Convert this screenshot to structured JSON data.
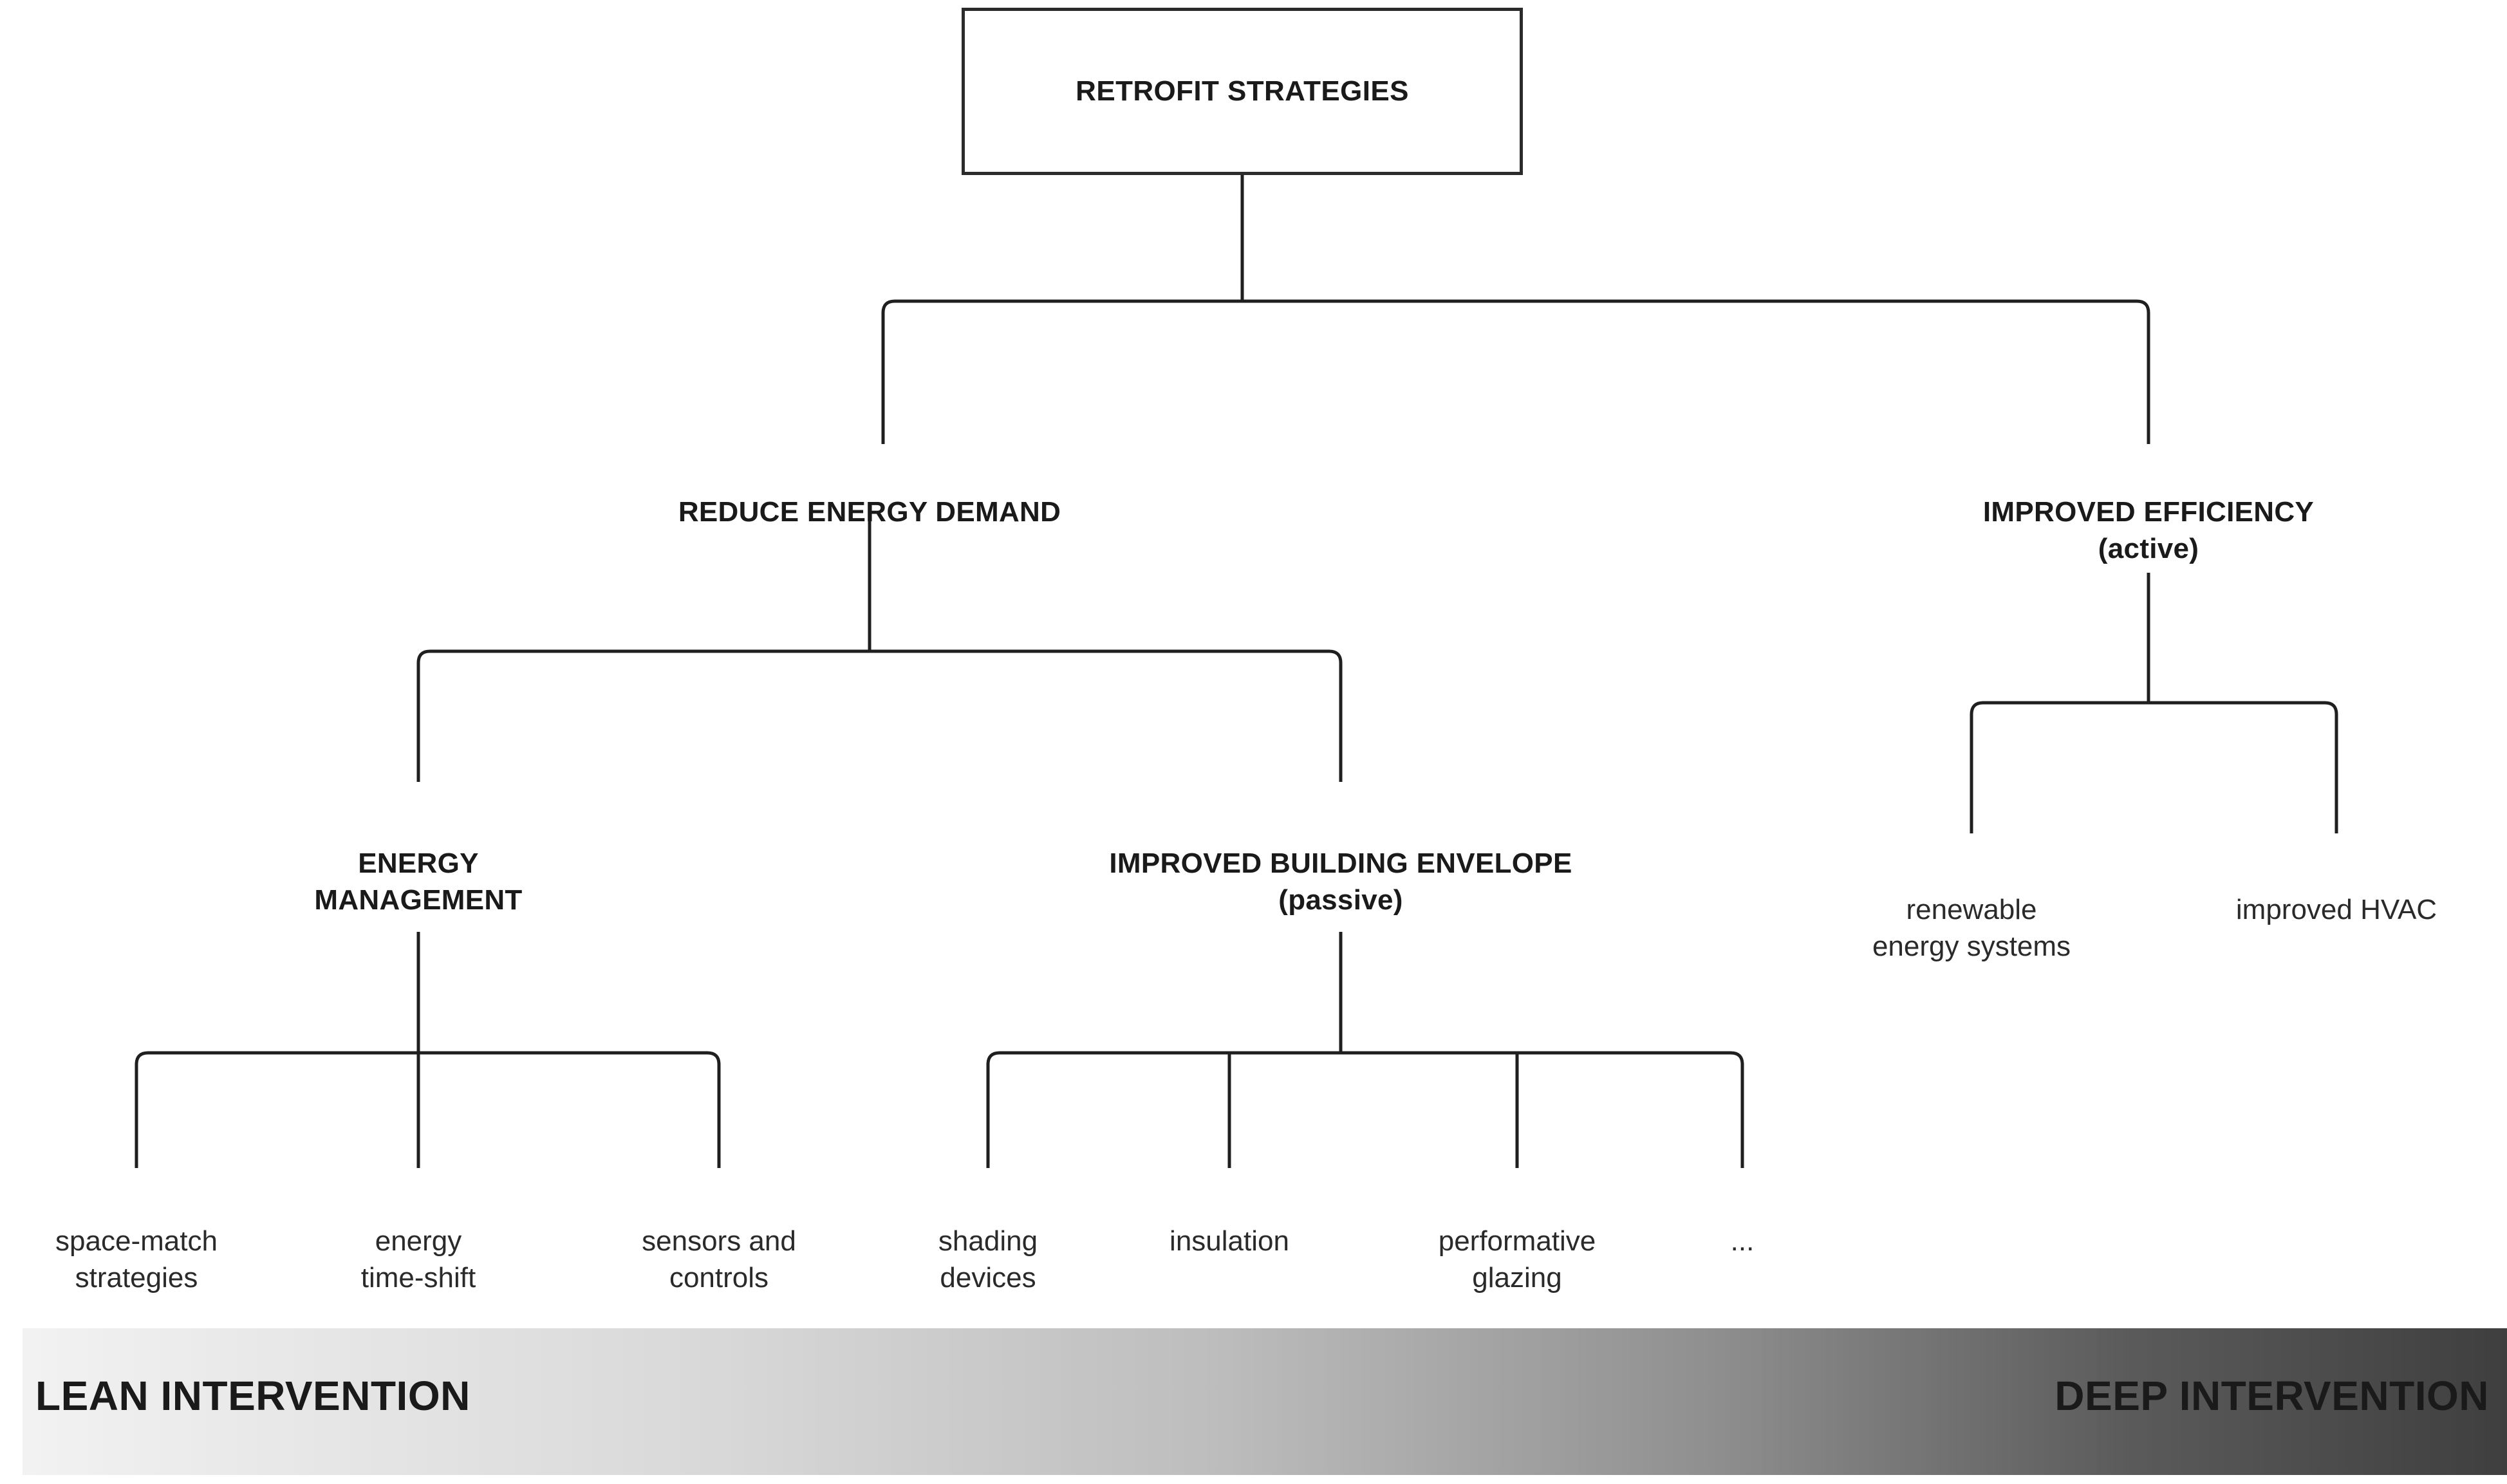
{
  "diagram": {
    "title": "Retrofit Strategies hierarchy",
    "root": {
      "label": "RETROFIT STRATEGIES"
    },
    "level1": [
      {
        "id": "reduce-energy-demand",
        "label": "REDUCE ENERGY DEMAND",
        "sub": ""
      },
      {
        "id": "improved-efficiency",
        "label": "IMPROVED EFFICIENCY",
        "sub": "(active)"
      }
    ],
    "level2": [
      {
        "id": "energy-management",
        "label": "ENERGY\nMANAGEMENT",
        "sub": ""
      },
      {
        "id": "improved-building-envelope",
        "label": "IMPROVED BUILDING ENVELOPE",
        "sub": "(passive)"
      }
    ],
    "efficiency_leaves": [
      {
        "id": "renewable-energy-systems",
        "label": "renewable\nenergy systems"
      },
      {
        "id": "improved-hvac",
        "label": "improved HVAC"
      }
    ],
    "energy_management_leaves": [
      {
        "id": "space-match-strategies",
        "label": "space-match\nstrategies"
      },
      {
        "id": "energy-time-shift",
        "label": "energy\ntime-shift"
      },
      {
        "id": "sensors-and-controls",
        "label": "sensors and\ncontrols"
      }
    ],
    "envelope_leaves": [
      {
        "id": "shading-devices",
        "label": "shading\ndevices"
      },
      {
        "id": "insulation",
        "label": "insulation"
      },
      {
        "id": "performative-glazing",
        "label": "performative\nglazing"
      },
      {
        "id": "ellipsis",
        "label": "..."
      }
    ]
  },
  "scale_bar": {
    "left_label": "LEAN INTERVENTION",
    "right_label": "DEEP INTERVENTION",
    "gradient_from": "#f2f2f2",
    "gradient_to": "#3f3f3f"
  },
  "colors": {
    "line": "#1f1f1f",
    "box_border": "#2b2b2b",
    "text": "#1a1a1a",
    "background": "#ffffff"
  }
}
